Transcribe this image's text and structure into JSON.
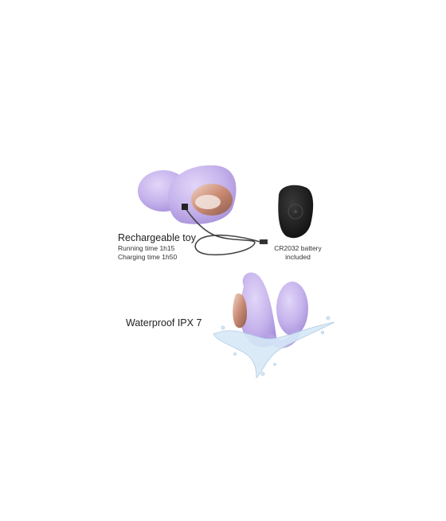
{
  "rechargeable": {
    "title": "Rechargeable toy",
    "running": "Running time 1h15",
    "charging": "Charging time 1h50"
  },
  "remote": {
    "battery_line1": "CR2032 battery",
    "battery_line2": "included"
  },
  "waterproof": {
    "label": "Waterproof IPX 7"
  },
  "colors": {
    "lavender": "#c9b8ec",
    "lavender_dark": "#ad99dd",
    "rose_gold": "#c98f7a",
    "remote_black": "#1e1e1e"
  }
}
